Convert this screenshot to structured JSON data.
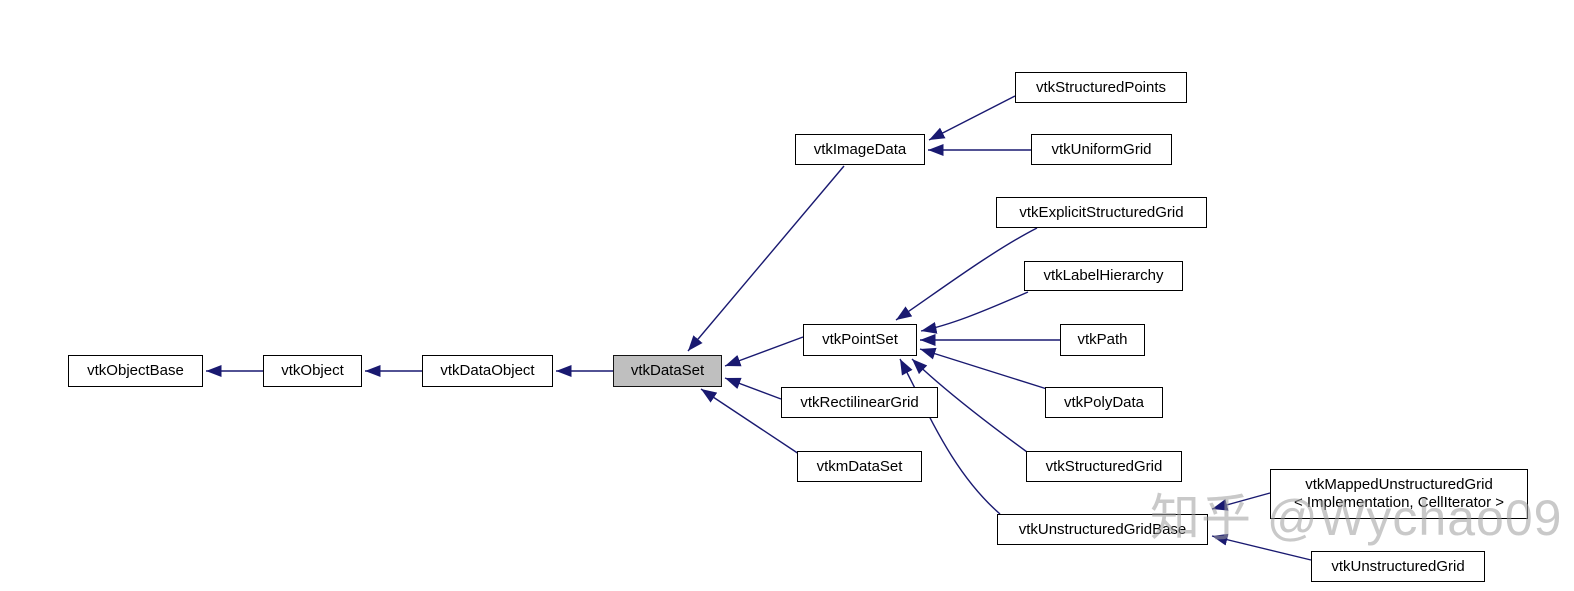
{
  "diagram": {
    "kind": "class-inheritance-graph",
    "highlighted_node": "vtkDataSet"
  },
  "nodes": [
    {
      "id": "vtkObjectBase",
      "label": "vtkObjectBase"
    },
    {
      "id": "vtkObject",
      "label": "vtkObject"
    },
    {
      "id": "vtkDataObject",
      "label": "vtkDataObject"
    },
    {
      "id": "vtkDataSet",
      "label": "vtkDataSet"
    },
    {
      "id": "vtkImageData",
      "label": "vtkImageData"
    },
    {
      "id": "vtkStructuredPoints",
      "label": "vtkStructuredPoints"
    },
    {
      "id": "vtkUniformGrid",
      "label": "vtkUniformGrid"
    },
    {
      "id": "vtkExplicitStructuredGrid",
      "label": "vtkExplicitStructuredGrid"
    },
    {
      "id": "vtkLabelHierarchy",
      "label": "vtkLabelHierarchy"
    },
    {
      "id": "vtkPointSet",
      "label": "vtkPointSet"
    },
    {
      "id": "vtkPath",
      "label": "vtkPath"
    },
    {
      "id": "vtkRectilinearGrid",
      "label": "vtkRectilinearGrid"
    },
    {
      "id": "vtkPolyData",
      "label": "vtkPolyData"
    },
    {
      "id": "vtkmDataSet",
      "label": "vtkmDataSet"
    },
    {
      "id": "vtkStructuredGrid",
      "label": "vtkStructuredGrid"
    },
    {
      "id": "vtkUnstructuredGridBase",
      "label": "vtkUnstructuredGridBase"
    },
    {
      "id": "vtkMappedUnstructuredGrid",
      "label": "vtkMappedUnstructuredGrid",
      "label2": "< Implementation, CellIterator >"
    },
    {
      "id": "vtkUnstructuredGrid",
      "label": "vtkUnstructuredGrid"
    }
  ],
  "relations": [
    {
      "from": "vtkObject",
      "to": "vtkObjectBase"
    },
    {
      "from": "vtkDataObject",
      "to": "vtkObject"
    },
    {
      "from": "vtkDataSet",
      "to": "vtkDataObject"
    },
    {
      "from": "vtkImageData",
      "to": "vtkDataSet"
    },
    {
      "from": "vtkPointSet",
      "to": "vtkDataSet"
    },
    {
      "from": "vtkRectilinearGrid",
      "to": "vtkDataSet"
    },
    {
      "from": "vtkmDataSet",
      "to": "vtkDataSet"
    },
    {
      "from": "vtkStructuredPoints",
      "to": "vtkImageData"
    },
    {
      "from": "vtkUniformGrid",
      "to": "vtkImageData"
    },
    {
      "from": "vtkExplicitStructuredGrid",
      "to": "vtkPointSet"
    },
    {
      "from": "vtkLabelHierarchy",
      "to": "vtkPointSet"
    },
    {
      "from": "vtkPath",
      "to": "vtkPointSet"
    },
    {
      "from": "vtkPolyData",
      "to": "vtkPointSet"
    },
    {
      "from": "vtkStructuredGrid",
      "to": "vtkPointSet"
    },
    {
      "from": "vtkUnstructuredGridBase",
      "to": "vtkPointSet"
    },
    {
      "from": "vtkMappedUnstructuredGrid",
      "to": "vtkUnstructuredGridBase"
    },
    {
      "from": "vtkUnstructuredGrid",
      "to": "vtkUnstructuredGridBase"
    }
  ],
  "watermark": {
    "text": "知乎 @Wychao09"
  },
  "colors": {
    "edge": "#191970",
    "node_border": "#000000",
    "node_fill": "#ffffff",
    "highlight_fill": "#bfbfbf",
    "text": "#000000",
    "watermark": "#9e9e9e",
    "background": "#ffffff"
  }
}
